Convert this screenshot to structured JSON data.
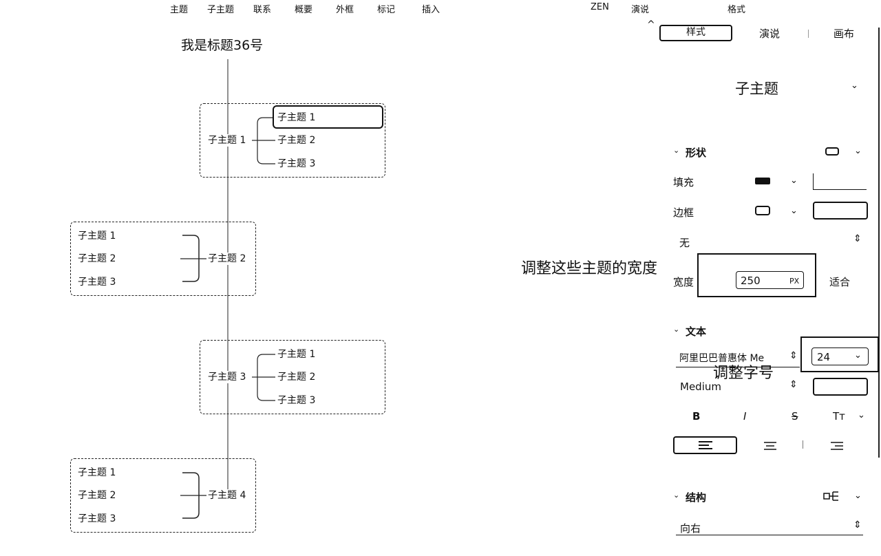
{
  "toolbar": {
    "items": [
      "主题",
      "子主题",
      "联系",
      "概要",
      "外框",
      "标记",
      "插入"
    ],
    "right_items": [
      "ZEN",
      "演说",
      "格式"
    ]
  },
  "canvas": {
    "root_title": "我是标题36号",
    "groups": [
      {
        "main": "子主题 1",
        "subs": [
          "子主题 1",
          "子主题 2",
          "子主题 3"
        ]
      },
      {
        "main": "子主题 2",
        "subs": [
          "子主题 1",
          "子主题 2",
          "子主题 3"
        ]
      },
      {
        "main": "子主题 3",
        "subs": [
          "子主题 1",
          "子主题 2",
          "子主题 3"
        ]
      },
      {
        "main": "子主题 4",
        "subs": [
          "子主题 1",
          "子主题 2",
          "子主题 3"
        ]
      }
    ]
  },
  "panel": {
    "collapse_icon": "^",
    "tabs": [
      "样式",
      "演说",
      "画布"
    ],
    "active_tab": "样式",
    "topic_type": "子主题",
    "shape_section": "形状",
    "fill_label": "填充",
    "border_label": "边框",
    "border_style_value": "无",
    "width_label": "宽度",
    "width_value": "250",
    "width_unit": "PX",
    "fit_label": "适合",
    "text_section": "文本",
    "font_family": "阿里巴巴普惠体 Me",
    "font_size": "24",
    "font_weight": "Medium",
    "bold_label": "B",
    "italic_label": "I",
    "strike_label": "S",
    "case_label": "Tт",
    "structure_section": "结构",
    "structure_value": "向右"
  },
  "annotations": {
    "width_note": "调整这些主题的宽度",
    "size_note": "调整字号"
  }
}
